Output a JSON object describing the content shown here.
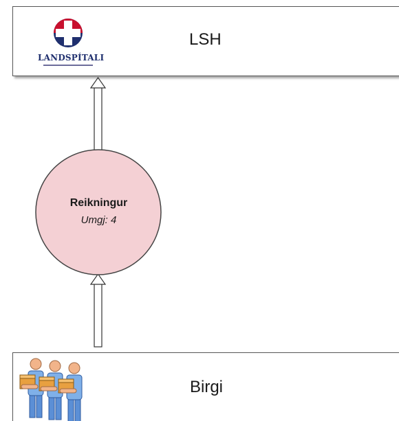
{
  "top_lane": {
    "label": "LSH",
    "logo_text": "LANDSPÍTALI",
    "logo_icon": "hospital-cross-logo"
  },
  "bottom_lane": {
    "label": "Birgi",
    "icon": "workers-carrying-boxes-icon"
  },
  "message": {
    "title": "Reikningur",
    "subtitle": "Umgj: 4"
  },
  "colors": {
    "bubble_fill": "#f4d0d4",
    "bubble_stroke": "#444444",
    "logo_red": "#c8102e",
    "logo_navy": "#1f2f6e"
  }
}
